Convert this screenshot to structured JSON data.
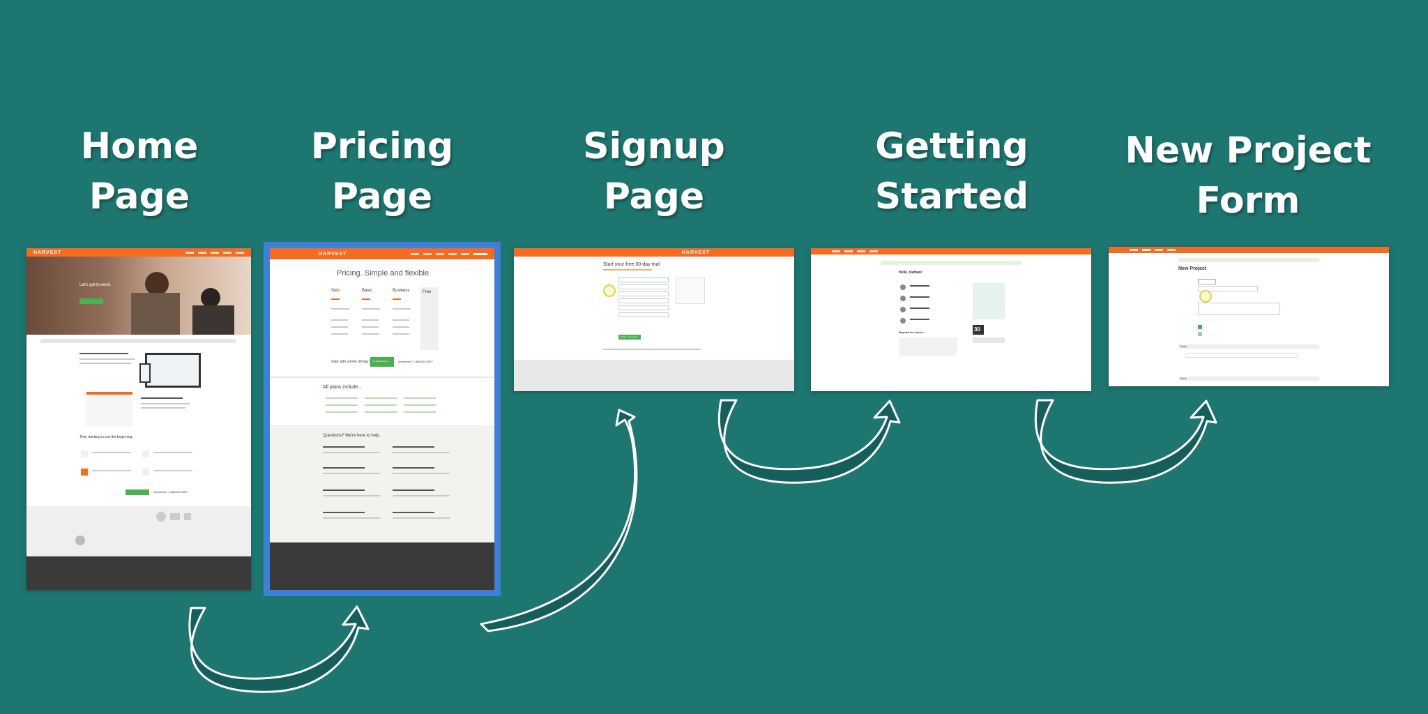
{
  "stages": [
    {
      "id": "home",
      "title_line1": "Home",
      "title_line2": "Page",
      "selected": false
    },
    {
      "id": "pricing",
      "title_line1": "Pricing",
      "title_line2": "Page",
      "selected": true
    },
    {
      "id": "signup",
      "title_line1": "Signup",
      "title_line2": "Page",
      "selected": false
    },
    {
      "id": "getting-started",
      "title_line1": "Getting",
      "title_line2": "Started",
      "selected": false
    },
    {
      "id": "new-project",
      "title_line1": "New Project",
      "title_line2": "Form",
      "selected": false
    }
  ],
  "thumbnails": {
    "home": {
      "logo": "HARVEST",
      "hero_text": "Let's get to work.",
      "section_heading": "Time tracking is just the beginning.",
      "cta_phone": "Questions? 1-888-202-6927"
    },
    "pricing": {
      "logo": "HARVEST",
      "heading": "Pricing. Simple and flexible.",
      "plans": [
        "Solo",
        "Basic",
        "Business",
        "Free"
      ],
      "trial_line": "Start with a Free 30-day trial",
      "trial_button": "Try Harvest Free",
      "questions_phone": "Questions? 1-888-202-6927",
      "all_plans": "All plans include...",
      "faq_heading": "Questions? We're here to help."
    },
    "signup": {
      "logo": "HARVEST",
      "heading": "Start your free 30-day trial",
      "button": "Create my account"
    },
    "getting_started": {
      "greeting": "Hello, Nathan!",
      "section": "Beyond the basics...",
      "days": "30"
    },
    "new_project": {
      "heading": "New Project",
      "tasks_label": "Tasks",
      "team_label": "Team"
    }
  },
  "colors": {
    "background": "#1e7670",
    "accent_orange": "#f36c21",
    "selected_border": "#3f7fd6",
    "arrow": "#ffffff",
    "arrow_fill": "#155e59",
    "button_green": "#4caf50"
  }
}
